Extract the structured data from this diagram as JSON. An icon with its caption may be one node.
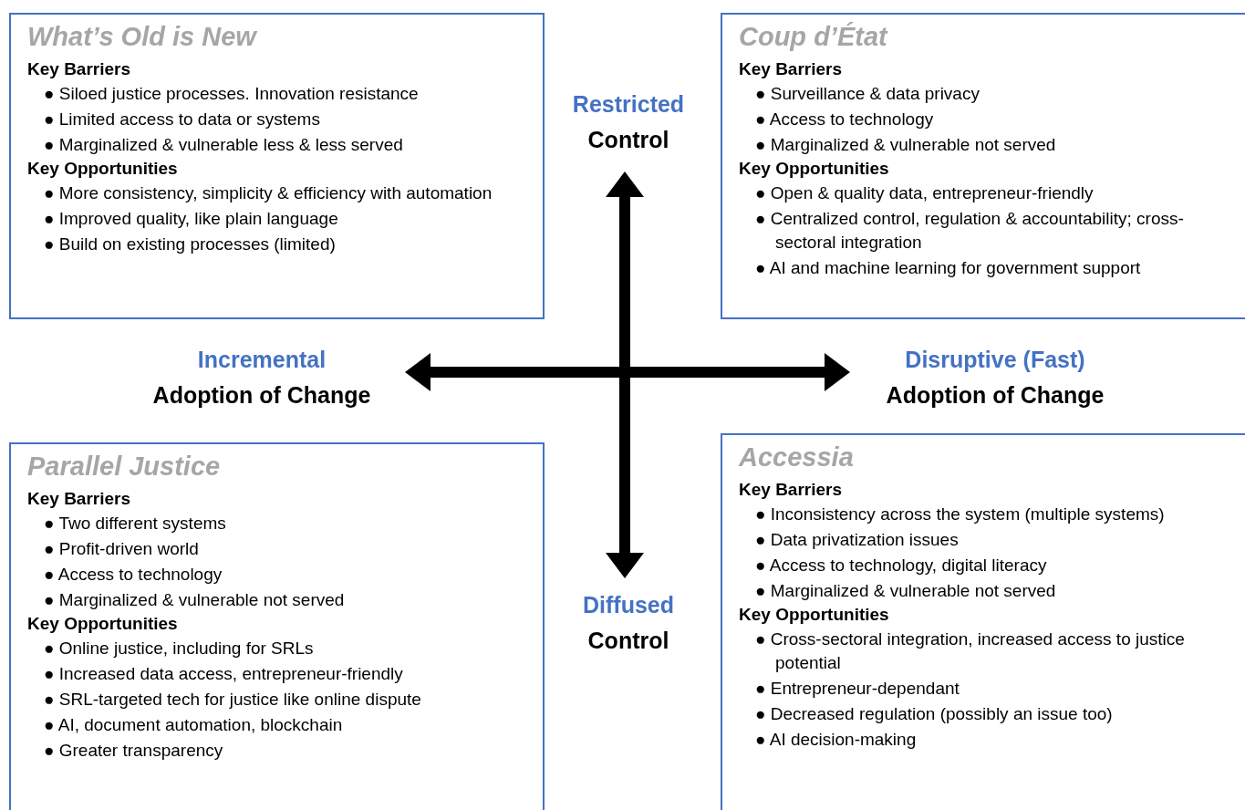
{
  "diagram": {
    "nodes": [
      {
        "text": [
          "What’s Old is New",
          "Key Barriers",
          "● Siloed justice processes. Innovation resistance",
          "● Limited access to data or systems",
          "● Marginalized & vulnerable less & less served",
          "Key Opportunities",
          "● More consistency, simplicity & efficiency with automation",
          "● Improved quality, like plain language",
          "● Build on existing processes (limited)"
        ]
      },
      {
        "text": [
          "Coup d’État",
          "Key Barriers",
          "● Surveillance & data privacy",
          "● Access to technology",
          "● Marginalized & vulnerable not served",
          "Key Opportunities",
          "● Open & quality data, entrepreneur-friendly",
          "● Centralized control, regulation & accountability; cross-sectoral integration",
          "● AI and machine learning for government support"
        ]
      },
      {
        "text": [
          "Parallel Justice",
          "Key Barriers",
          "● Two different systems",
          "● Profit-driven world",
          "● Access to technology",
          "● Marginalized & vulnerable not served",
          "Key Opportunities",
          "● Online justice, including for SRLs",
          "● Increased data access, entrepreneur-friendly",
          "● SRL-targeted tech for justice like online dispute",
          "● AI, document automation, blockchain",
          "● Greater transparency"
        ]
      },
      {
        "text": [
          "Accessia",
          "Key Barriers",
          "● Inconsistency across the system (multiple systems)",
          "● Data privatization issues",
          "● Access to technology, digital literacy",
          "● Marginalized & vulnerable not served",
          "Key Opportunities",
          "● Cross-sectoral integration, increased access to justice potential",
          "● Entrepreneur-dependant",
          "● Decreased regulation (possibly an issue too)",
          "● AI decision-making"
        ]
      }
    ],
    "labels": [
      "Restricted",
      "Control",
      "Incremental",
      "Adoption of Change",
      "Disruptive (Fast)",
      "Adoption of Change",
      "Diffused",
      "Control"
    ]
  }
}
